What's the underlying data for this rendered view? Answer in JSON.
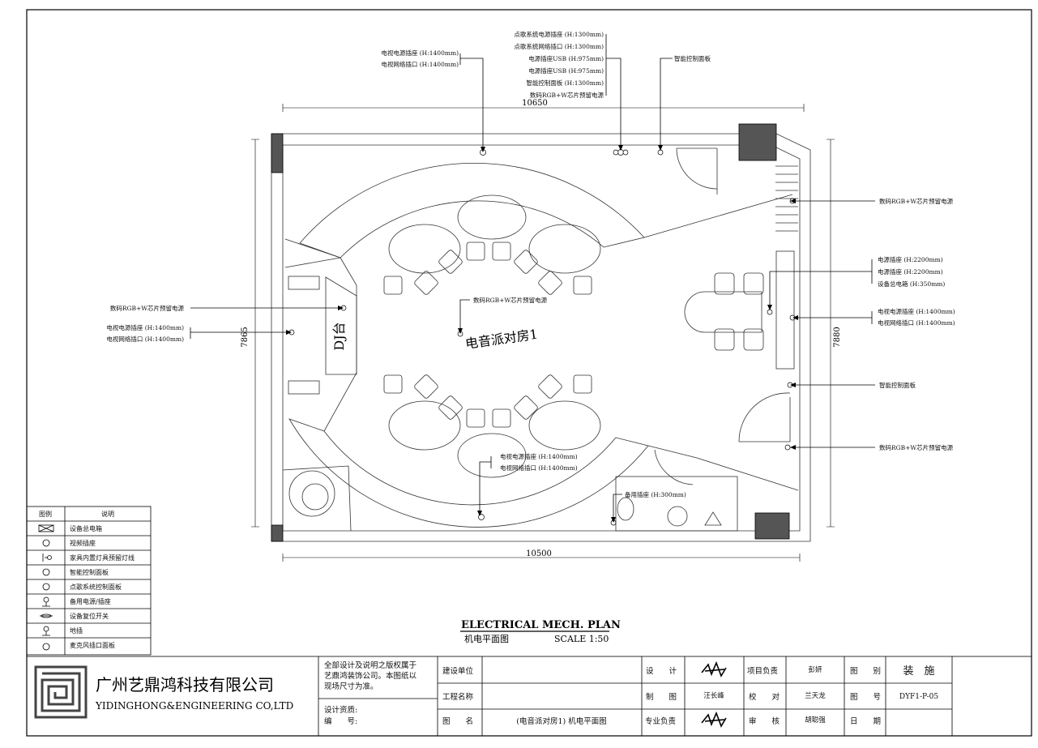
{
  "plan": {
    "room_label": "电音派对房1",
    "dj_label": "DJ台",
    "dim_top": "10650",
    "dim_bottom": "10500",
    "dim_left": "7865",
    "dim_right": "7880"
  },
  "callouts": {
    "top_left": [
      "电视电源插座 (H:1400mm)",
      "电视网络插口 (H:1400mm)"
    ],
    "top_center": [
      "点歌系统电源插座 (H:1300mm)",
      "点歌系统网络插口 (H:1300mm)",
      "电源插座USB (H:975mm)",
      "电源插座USB (H:975mm)",
      "智能控制面板 (H:1300mm)",
      "数码RGB+W芯片预留电源"
    ],
    "top_right": "智能控制面板",
    "right_1": "数码RGB+W芯片预留电源",
    "right_2": [
      "电源插座 (H:2200mm)",
      "电源插座 (H:2200mm)",
      "设备总电箱 (H:350mm)"
    ],
    "right_3": [
      "电视电源插座 (H:1400mm)",
      "电视网络插口 (H:1400mm)"
    ],
    "right_4": "智能控制面板",
    "right_5": "数码RGB+W芯片预留电源",
    "left_1": "数码RGB+W芯片预留电源",
    "left_2": [
      "电视电源插座 (H:1400mm)",
      "电视网络插口 (H:1400mm)"
    ],
    "center": "数码RGB+W芯片预留电源",
    "bottom_center": [
      "电视电源插座 (H:1400mm)",
      "电视网络插口 (H:1400mm)"
    ],
    "bottom_spare": "备用插座 (H:300mm)"
  },
  "legend": {
    "header": [
      "图例",
      "说明"
    ],
    "items": [
      {
        "icon": "distribution-box-icon",
        "label": "设备总电箱"
      },
      {
        "icon": "video-socket-icon",
        "label": "视频插座"
      },
      {
        "icon": "furniture-light-icon",
        "label": "家具内置灯具预留灯线"
      },
      {
        "icon": "smart-panel-icon",
        "label": "智能控制面板"
      },
      {
        "icon": "karaoke-panel-icon",
        "label": "点歌系统控制面板"
      },
      {
        "icon": "spare-socket-icon",
        "label": "备用电源/插座"
      },
      {
        "icon": "reset-switch-icon",
        "label": "设备复位开关"
      },
      {
        "icon": "floor-socket-icon",
        "label": "地插"
      },
      {
        "icon": "mic-panel-icon",
        "label": "麦克风插口面板"
      }
    ]
  },
  "drawing_title": {
    "en": "ELECTRICAL MECH. PLAN",
    "cn": "机电平面图",
    "scale": "SCALE 1:50"
  },
  "titleblock": {
    "company_cn": "广州艺鼎鸿科技有限公司",
    "company_en": "YIDINGHONG&ENGINEERING CO,LTD",
    "notice": [
      "全部设计及说明之版权属于",
      "艺鼎鸿装饰公司。本图纸以",
      "现场尺寸为准。"
    ],
    "qualification": "设计资质:",
    "number": "编　　号:",
    "build_unit": "建设单位",
    "project_name": "工程名称",
    "drawing_name_label": "图　　名",
    "drawing_name": "(电音派对房1) 机电平面图",
    "design_label": "设　　计",
    "draw_label": "制　　图",
    "drawer": "汪长峰",
    "lead_label": "专业负责",
    "project_lead_label": "项目负责",
    "project_lead": "彭妍",
    "check_label": "校　　对",
    "checker": "兰天龙",
    "review_label": "审　　核",
    "reviewer": "胡聪强",
    "category_label": "图　　别",
    "category": "装　施",
    "drawing_no_label": "图　　号",
    "drawing_no": "DYF1-P-05",
    "date_label": "日　　期"
  }
}
